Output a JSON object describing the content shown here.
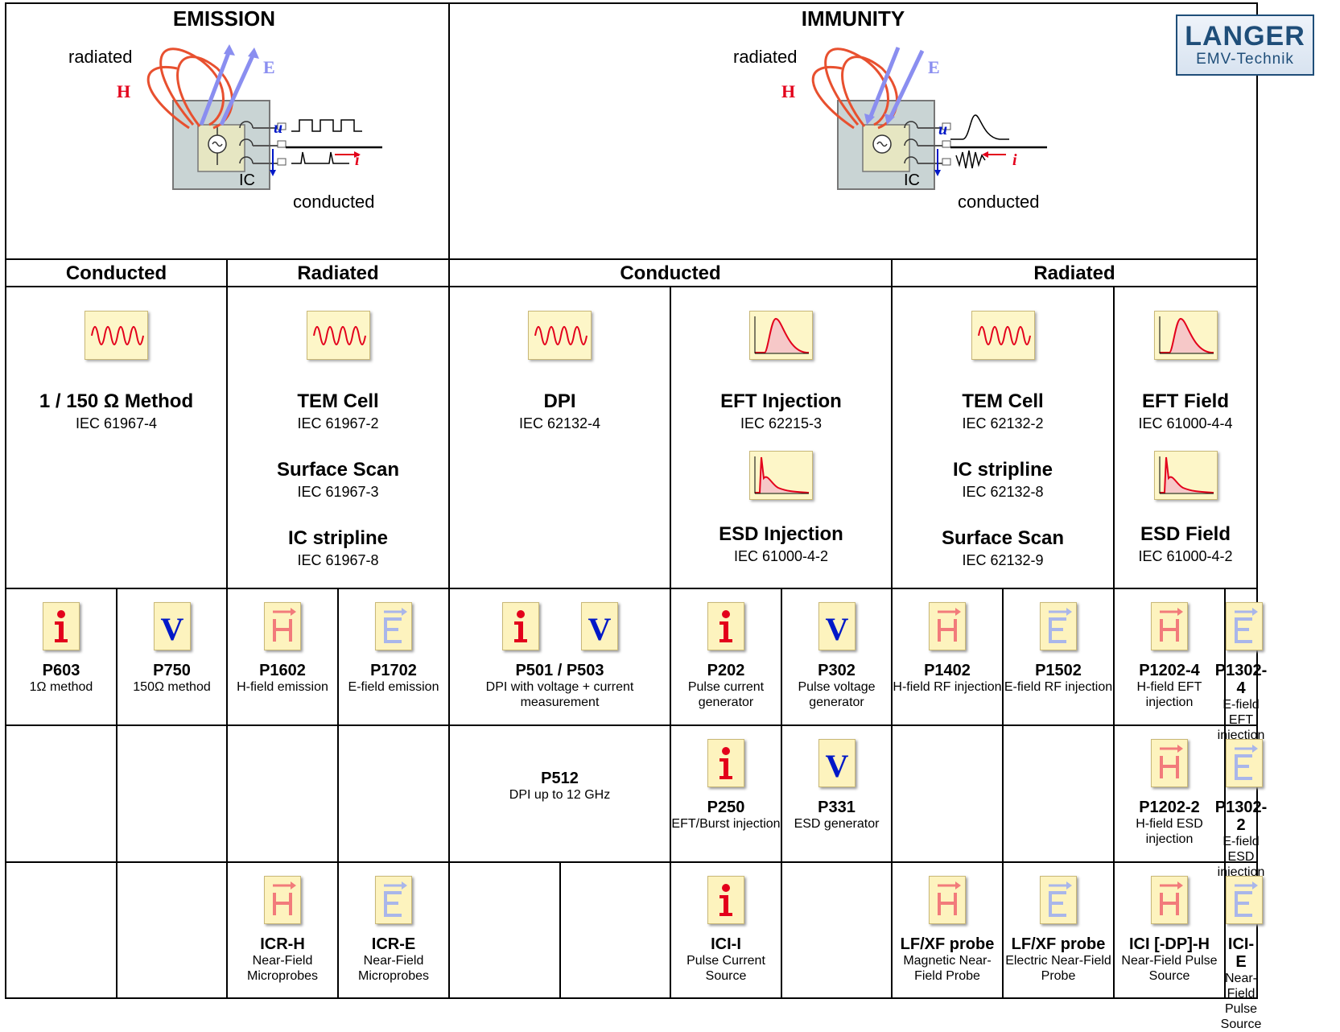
{
  "top": {
    "emission": {
      "title": "EMISSION",
      "radiated": "radiated",
      "conducted": "conducted",
      "ic": "IC",
      "h": "H",
      "e": "E",
      "u": "u",
      "i": "i"
    },
    "immunity": {
      "title": "IMMUNITY",
      "radiated": "radiated",
      "conducted": "conducted",
      "ic": "IC",
      "h": "H",
      "e": "E",
      "u": "u",
      "i": "i"
    },
    "logo": {
      "line1": "LANGER",
      "line2": "EMV-Technik"
    }
  },
  "headers": [
    "Conducted",
    "Radiated",
    "Conducted",
    "Radiated"
  ],
  "methods": [
    {
      "icon": "sine-wave-icon",
      "items": [
        {
          "title": "1 / 150 Ω Method",
          "std": "IEC 61967-4"
        }
      ]
    },
    {
      "icon": "sine-wave-icon",
      "items": [
        {
          "title": "TEM Cell",
          "std": "IEC 61967-2"
        },
        {
          "title": "Surface Scan",
          "std": "IEC 61967-3"
        },
        {
          "title": "IC stripline",
          "std": "IEC 61967-8"
        }
      ]
    },
    {
      "icon": "sine-wave-icon",
      "items": [
        {
          "title": "DPI",
          "std": "IEC 62132-4"
        }
      ]
    },
    {
      "icon": "pulse-icon",
      "items": [
        {
          "title": "EFT Injection",
          "std": "IEC 62215-3"
        },
        {
          "title": "ESD Injection",
          "std": "IEC 61000-4-2"
        }
      ]
    },
    {
      "icon": "sine-wave-icon",
      "items": [
        {
          "title": "TEM Cell",
          "std": "IEC 62132-2"
        },
        {
          "title": "IC stripline",
          "std": "IEC 62132-8"
        },
        {
          "title": "Surface Scan",
          "std": "IEC 62132-9"
        }
      ]
    },
    {
      "icon": "pulse-icon",
      "items": [
        {
          "title": "EFT Field",
          "std": "IEC 61000-4-4"
        },
        {
          "title": "ESD Field",
          "std": "IEC 61000-4-2"
        }
      ]
    }
  ],
  "probes_row1": [
    {
      "icon": "i",
      "name": "P603",
      "desc": "1Ω method"
    },
    {
      "icon": "v",
      "name": "P750",
      "desc": "150Ω method"
    },
    {
      "icon": "h",
      "name": "P1602",
      "desc": "H-field emission"
    },
    {
      "icon": "e",
      "name": "P1702",
      "desc": "E-field emission"
    },
    {
      "icon": "iv",
      "name": "P501 / P503",
      "desc": "DPI with voltage + current measurement"
    },
    {
      "icon": "i",
      "name": "P202",
      "desc": "Pulse current generator"
    },
    {
      "icon": "v",
      "name": "P302",
      "desc": "Pulse voltage generator"
    },
    {
      "icon": "h",
      "name": "P1402",
      "desc": "H-field RF injection"
    },
    {
      "icon": "e",
      "name": "P1502",
      "desc": "E-field RF injection"
    },
    {
      "icon": "h",
      "name": "P1202-4",
      "desc": "H-field EFT injection"
    },
    {
      "icon": "e",
      "name": "P1302-4",
      "desc": "E-field EFT injection"
    }
  ],
  "probes_row2": [
    {
      "name": "P512",
      "desc": "DPI up to 12 GHz"
    },
    {
      "icon": "i",
      "name": "P250",
      "desc": "EFT/Burst injection"
    },
    {
      "icon": "v",
      "name": "P331",
      "desc": "ESD generator"
    },
    {
      "icon": "h",
      "name": "P1202-2",
      "desc": "H-field ESD injection"
    },
    {
      "icon": "e",
      "name": "P1302-2",
      "desc": "E-field ESD injection"
    }
  ],
  "probes_row3": [
    {
      "icon": "h",
      "name": "ICR-H",
      "desc": "Near-Field Microprobes"
    },
    {
      "icon": "e",
      "name": "ICR-E",
      "desc": "Near-Field Microprobes"
    },
    {
      "icon": "i",
      "name": "ICI-I",
      "desc": "Pulse Current Source"
    },
    {
      "icon": "h",
      "name": "LF/XF probe",
      "desc": "Magnetic Near-Field Probe"
    },
    {
      "icon": "e",
      "name": "LF/XF probe",
      "desc": "Electric Near-Field Probe"
    },
    {
      "icon": "h",
      "name": "ICI [-DP]-H",
      "desc": "Near-Field Pulse Source"
    },
    {
      "icon": "e",
      "name": "ICI-E",
      "desc": "Near-Field Pulse Source"
    }
  ],
  "colors": {
    "red": "#e3001b",
    "blue": "#0018c8",
    "pale_red": "#f27b7b",
    "pale_blue": "#a9b6ea",
    "icon_bg": "#fdf6c8"
  }
}
